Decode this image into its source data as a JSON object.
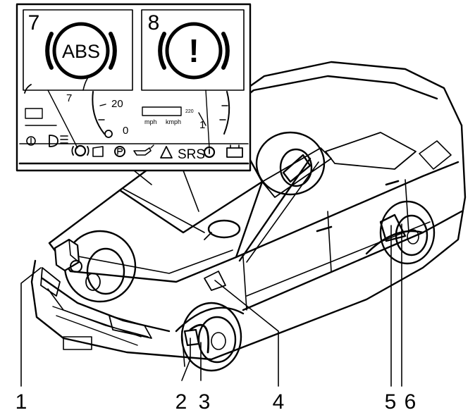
{
  "callouts": {
    "c1": "1",
    "c2": "2",
    "c3": "3",
    "c4": "4",
    "c5": "5",
    "c6": "6"
  },
  "inset": {
    "left_number": "7",
    "left_lamp": "ABS",
    "right_number": "8",
    "right_lamp": "!",
    "speed_20": "20",
    "speed_0": "0",
    "speed_7": "7",
    "unit_mph": "mph",
    "unit_kmph": "kmph",
    "speed_220": "220",
    "tacho_1": "1",
    "srs_label": "SRS"
  },
  "icons": [
    "abs-warning-icon",
    "brake-warning-icon",
    "headlight-icon",
    "parking-brake-icon",
    "oil-pressure-icon",
    "hazard-triangle-icon",
    "battery-icon",
    "door-open-icon",
    "abs-sensor-icon"
  ],
  "colors": {
    "ink": "#000000",
    "paper": "#ffffff"
  }
}
